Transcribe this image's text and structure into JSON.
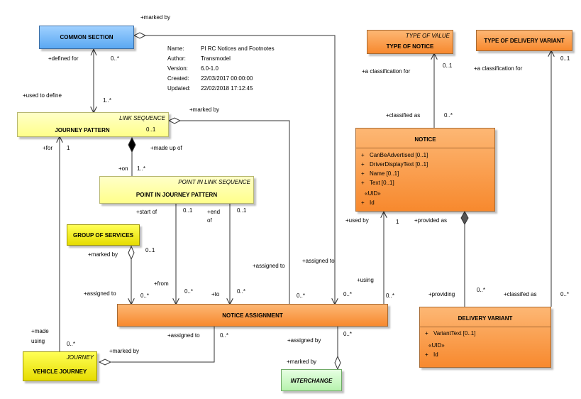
{
  "metadata": {
    "name_label": "Name:",
    "name_value": "PI RC Notices and Footnotes",
    "author_label": "Author:",
    "author_value": "Transmodel",
    "version_label": "Version:",
    "version_value": "6.0-1.0",
    "created_label": "Created:",
    "created_value": "22/03/2017 00:00:00",
    "updated_label": "Updated:",
    "updated_value": "22/02/2018 17:12:45"
  },
  "classes": {
    "common_section": {
      "name": "COMMON SECTION"
    },
    "type_of_notice": {
      "stereotype": "TYPE OF VALUE",
      "name": "TYPE OF NOTICE"
    },
    "type_of_delivery_variant": {
      "name": "TYPE OF DELIVERY VARIANT"
    },
    "journey_pattern": {
      "stereotype": "LINK SEQUENCE",
      "name": "JOURNEY PATTERN"
    },
    "point_in_journey_pattern": {
      "stereotype": "POINT IN LINK SEQUENCE",
      "name": "POINT IN JOURNEY PATTERN"
    },
    "notice": {
      "name": "NOTICE",
      "attributes": [
        {
          "vis": "+",
          "text": "CanBeAdvertised [0..1]"
        },
        {
          "vis": "+",
          "text": "DriverDisplayText [0..1]"
        },
        {
          "vis": "+",
          "text": "Name [0..1]"
        },
        {
          "vis": "+",
          "text": "Text [0..1]"
        }
      ],
      "uid_label": "«UID»",
      "uid": {
        "vis": "+",
        "text": "Id"
      }
    },
    "group_of_services": {
      "name": "GROUP OF SERVICES"
    },
    "notice_assignment": {
      "name": "NOTICE ASSIGNMENT"
    },
    "delivery_variant": {
      "name": "DELIVERY VARIANT",
      "attributes": [
        {
          "vis": "+",
          "text": "VariantText [0..1]"
        }
      ],
      "uid_label": "«UID»",
      "uid": {
        "vis": "+",
        "text": "Id"
      }
    },
    "vehicle_journey": {
      "stereotype": "JOURNEY",
      "name": "VEHICLE JOURNEY"
    },
    "interchange": {
      "name": "INTERCHANGE"
    }
  },
  "labels": {
    "cs_marked_by": "+marked by",
    "cs_defined_for": "+defined for",
    "cs_mult_0n": "0..*",
    "jp_used_to_define": "+used to define",
    "jp_mult_1n": "1..*",
    "jp_marked_by": "+marked by",
    "jp_mult_01": "0..1",
    "jp_for": "+for",
    "jp_mult_1": "1",
    "jp_made_up_of": "+made up of",
    "pjp_on": "+on",
    "pjp_mult_1n": "1..*",
    "pjp_start_of": "+start of",
    "pjp_mult_01a": "0..1",
    "pjp_end_of_1": "+end",
    "pjp_end_of_2": "of",
    "pjp_mult_01b": "0..1",
    "gos_marked_by": "+marked by",
    "gos_mult_01": "0..1",
    "na_assigned_to_left": "+assigned to",
    "na_mult_a": "0..*",
    "na_from": "+from",
    "na_mult_b": "0..*",
    "na_to": "+to",
    "na_mult_c": "0..*",
    "na_assigned_to_mid": "+assigned to",
    "na_mult_d": "0..*",
    "na_assigned_to_right": "+assigned to",
    "na_mult_e": "0..*",
    "na_using": "+using",
    "na_mult_f": "0..*",
    "na_assigned_to_bottom": "+assigned to",
    "na_mult_g": "0..*",
    "na_assigned_by": "+assigned by",
    "na_mult_h": "0..*",
    "ton_a_classification_for": "+a classification for",
    "ton_mult_01": "0..1",
    "notice_classified_as": "+classified as",
    "notice_mult_0n": "0..*",
    "notice_used_by": "+used by",
    "notice_mult_1": "1",
    "notice_provided_as": "+provided as",
    "dv_providing": "+providing",
    "dv_mult_0n": "0..*",
    "todv_a_classification_for": "+a classification for",
    "todv_mult_01": "0..1",
    "dv_classifed_as": "+classifed as",
    "dv_mult_0n_b": "0..*",
    "vj_made_using_1": "+made",
    "vj_made_using_2": "using",
    "vj_mult_0n": "0..*",
    "vj_marked_by": "+marked by",
    "int_marked_by": "+marked by"
  }
}
